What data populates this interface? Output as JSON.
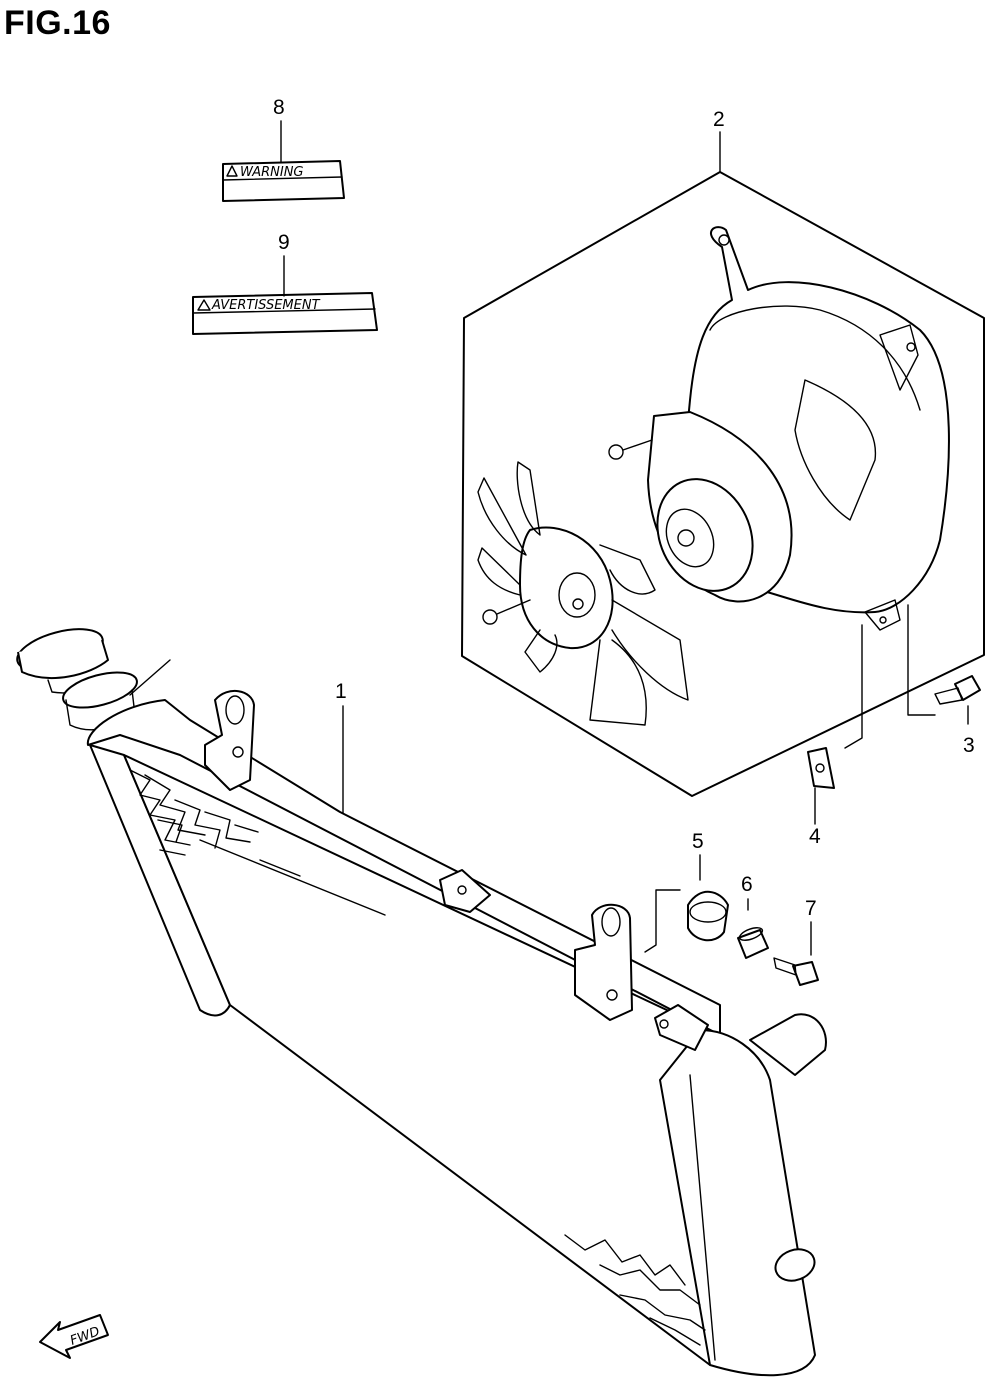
{
  "figure": {
    "title": "FIG.16"
  },
  "callouts": [
    {
      "id": "1",
      "label": "1"
    },
    {
      "id": "2",
      "label": "2"
    },
    {
      "id": "3",
      "label": "3"
    },
    {
      "id": "4",
      "label": "4"
    },
    {
      "id": "5",
      "label": "5"
    },
    {
      "id": "6",
      "label": "6"
    },
    {
      "id": "7",
      "label": "7"
    },
    {
      "id": "8",
      "label": "8"
    },
    {
      "id": "9",
      "label": "9"
    }
  ],
  "labels": {
    "warning_label_text": "WARNING",
    "advertencia_label_text": "AVERTISSEMENT"
  },
  "direction_arrow": {
    "text": "FWD"
  }
}
